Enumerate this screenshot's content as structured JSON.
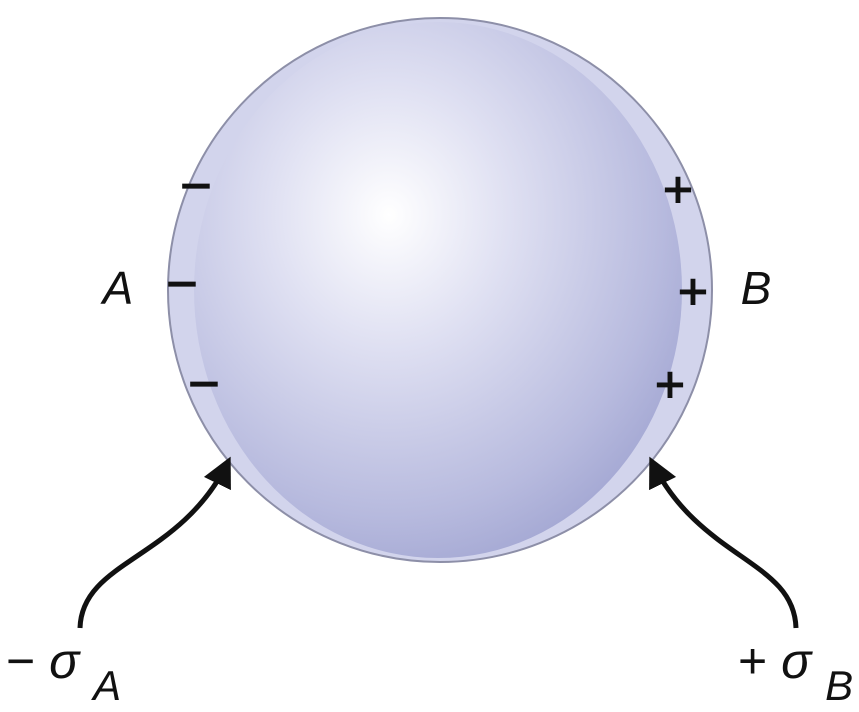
{
  "diagram": {
    "point_a_label": "A",
    "point_b_label": "B",
    "left_charge_symbol": "−",
    "right_charge_symbol": "+",
    "left_density_label": {
      "sign": "−",
      "symbol": "σ",
      "subscript": "A"
    },
    "right_density_label": {
      "sign": "+",
      "symbol": "σ",
      "subscript": "B"
    },
    "colors": {
      "sphere_fill": "#c9cbe8",
      "sphere_highlight": "#ffffff",
      "sphere_shade": "#9aa0cf",
      "outer_band": "#cfd1ec",
      "outline": "#8d8fa8",
      "ink": "#111111"
    }
  }
}
